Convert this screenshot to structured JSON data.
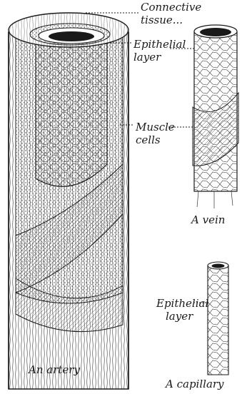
{
  "labels": {
    "connective_line1": "Connective",
    "connective_line2": "tissue",
    "epithelial_line1": "Epithelial",
    "epithelial_line2": "layer",
    "muscle_line1": "Muscle",
    "muscle_line2": "cells",
    "vein": "A vein",
    "capillary_epithelial_line1": "Epithelial",
    "capillary_epithelial_line2": "layer",
    "artery": "An artery",
    "capillary": "A capillary"
  },
  "colors": {
    "ink": "#1a1a1a",
    "paper": "#ffffff",
    "shade": "#cfcfcf"
  }
}
